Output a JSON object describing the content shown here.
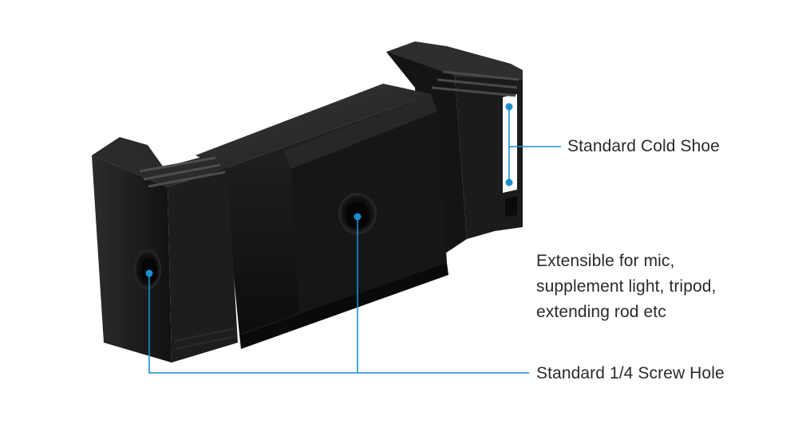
{
  "product_image": {
    "icon": "phone-clip-mount-icon",
    "body_color": "#151515",
    "accent_color": "#1a8fd0"
  },
  "callouts": {
    "cold_shoe": "Standard Cold Shoe",
    "extensible": {
      "line1": "Extensible for mic,",
      "line2": "supplement light, tripod,",
      "line3": "extending rod etc"
    },
    "screw_hole": "Standard 1/4 Screw Hole"
  }
}
